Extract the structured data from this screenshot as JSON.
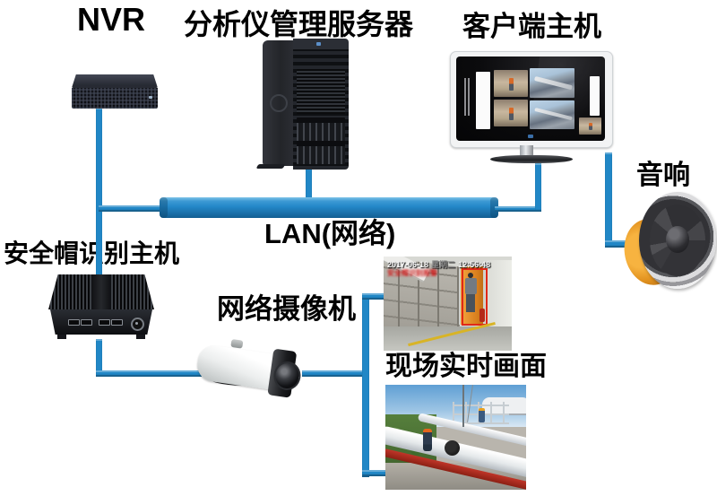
{
  "nodes": {
    "nvr": {
      "label": "NVR"
    },
    "server": {
      "label": "分析仪管理服务器"
    },
    "client": {
      "label": "客户端主机"
    },
    "speaker": {
      "label": "音响"
    },
    "lan": {
      "label": "LAN(网络)"
    },
    "helmet_host": {
      "label": "安全帽识别主机"
    },
    "camera": {
      "label": "网络摄像机"
    },
    "live_view": {
      "label": "现场实时画面"
    }
  },
  "osd": {
    "date": "2017-06-18",
    "weekday": "星期二",
    "time": "12:56:48",
    "red_text": "安全帽识别报警"
  },
  "colors": {
    "connector_blue": "#2187c6",
    "lan_bar_blue": "#2387c8",
    "alert_red": "#e02818",
    "speaker_orange": "#e2921f",
    "background": "#ffffff"
  }
}
